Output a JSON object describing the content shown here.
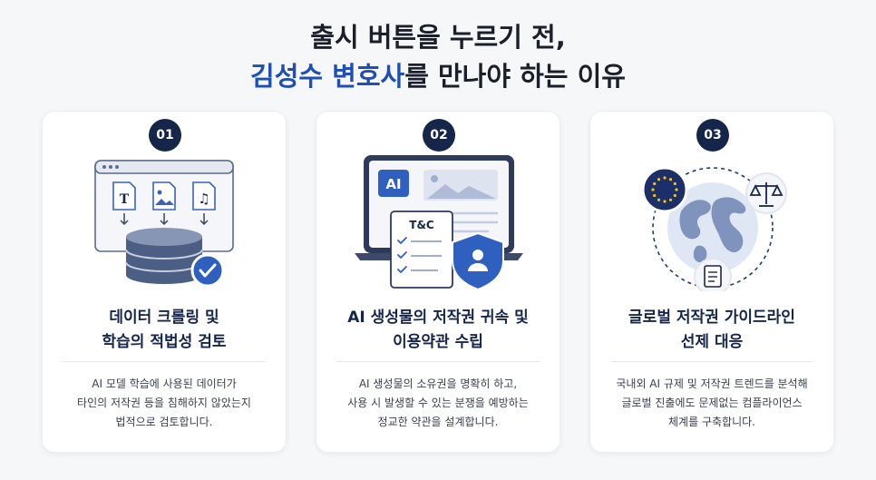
{
  "headline": {
    "line1": "출시 버튼을 누르기 전,",
    "line2_accent": "김성수 변호사",
    "line2_rest": "를 만나야 하는 이유"
  },
  "cards": [
    {
      "number": "01",
      "title_lines": [
        "데이터 크롤링 및",
        "학습의 적법성 검토"
      ],
      "desc_lines": [
        "AI 모델 학습에 사용된 데이터가",
        "타인의 저작권 등을 침해하지 않았는지",
        "법적으로 검토합니다."
      ]
    },
    {
      "number": "02",
      "title_lines": [
        "AI 생성물의 저작권 귀속 및",
        "이용약관 수립"
      ],
      "desc_lines": [
        "AI 생성물의 소유권을 명확히 하고,",
        "사용 시 발생할 수 있는 분쟁을 예방하는",
        "정교한 약관을 설계합니다."
      ],
      "illustration": {
        "screen_badge": "AI",
        "document_label": "T&C"
      }
    },
    {
      "number": "03",
      "title_lines": [
        "글로벌 저작권 가이드라인",
        "선제 대응"
      ],
      "desc_lines": [
        "국내외 AI 규제 및 저작권 트렌드를 분석해",
        "글로벌 진출에도 문제없는 컴플라이언스",
        "체계를 구축합니다."
      ]
    }
  ],
  "colors": {
    "navy": "#16254a",
    "accent_blue": "#1f4fb4",
    "icon_blue": "#3b64b8"
  }
}
